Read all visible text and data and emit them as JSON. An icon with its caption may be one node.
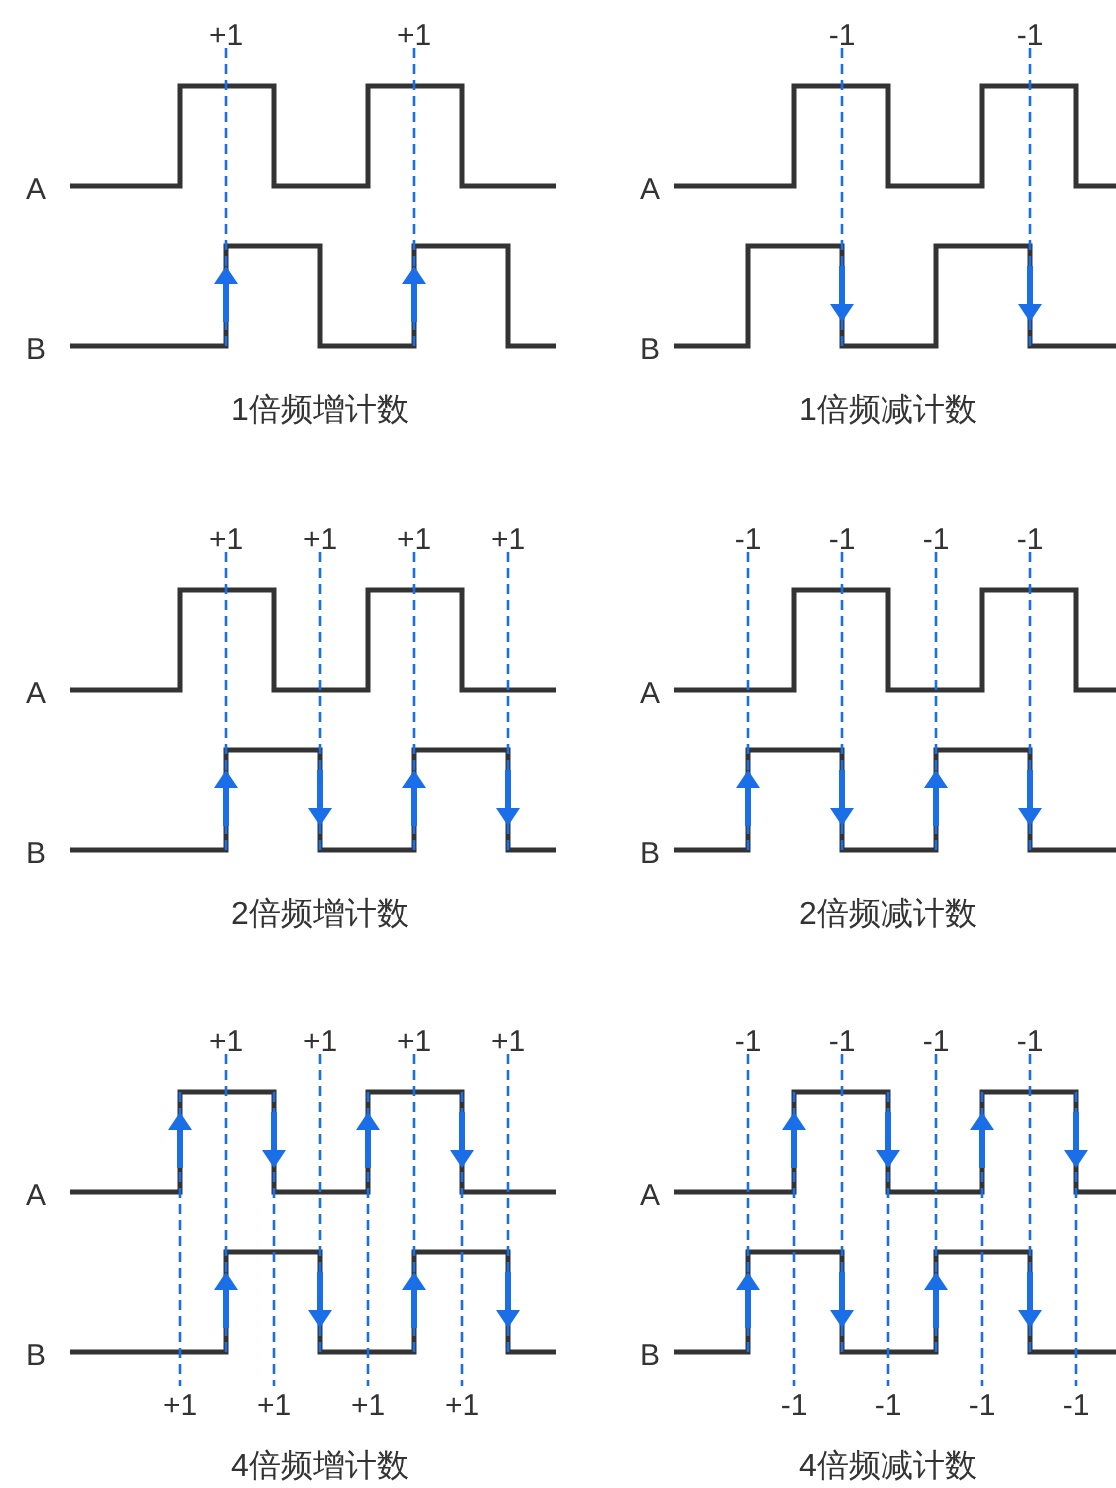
{
  "diagram": {
    "labels": [
      "+1",
      "+1",
      "A",
      "B",
      "1倍频增计数",
      "-1",
      "-1",
      "A",
      "B",
      "1倍频减计数",
      "+1",
      "+1",
      "+1",
      "+1",
      "A",
      "B",
      "2倍频增计数",
      "-1",
      "-1",
      "-1",
      "-1",
      "A",
      "B",
      "2倍频减计数",
      "+1",
      "+1",
      "+1",
      "+1",
      "A",
      "B",
      "+1",
      "+1",
      "+1",
      "+1",
      "4倍频增计数",
      "-1",
      "-1",
      "-1",
      "-1",
      "A",
      "B",
      "-1",
      "-1",
      "-1",
      "-1",
      "4倍频减计数"
    ]
  }
}
